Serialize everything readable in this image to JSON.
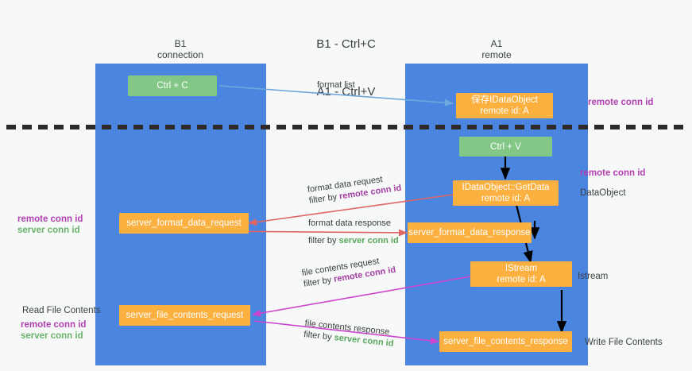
{
  "title": {
    "line1": "B1 - Ctrl+C",
    "line2": "A1 - Ctrl+V"
  },
  "columns": [
    {
      "name": "B1",
      "sub": "connection"
    },
    {
      "name": "A1",
      "sub": "remote"
    }
  ],
  "nodes": {
    "ctrl_c": {
      "line1": "Ctrl + C",
      "line2": ""
    },
    "save_idataobject": {
      "line1": "保存IDataObject",
      "line2": "remote id: A"
    },
    "ctrl_v": {
      "line1": "Ctrl + V",
      "line2": ""
    },
    "idataobject_getdata": {
      "line1": "IDataObject::GetData",
      "line2": "remote id: A"
    },
    "server_format_data_request": {
      "line1": "server_format_data_request",
      "line2": ""
    },
    "server_format_data_response": {
      "line1": "server_format_data_response",
      "line2": ""
    },
    "istream": {
      "line1": "IStream",
      "line2": "remote id: A"
    },
    "server_file_contents_request": {
      "line1": "server_file_contents_request",
      "line2": ""
    },
    "server_file_contents_response": {
      "line1": "server_file_contents_response",
      "line2": ""
    }
  },
  "edges": {
    "format_list": {
      "label": "format list"
    },
    "format_data_request": {
      "label": "format data request",
      "filter_prefix": "filter by ",
      "filter_key": "remote conn id"
    },
    "format_data_response": {
      "label": "format data response",
      "filter_prefix": "filter by ",
      "filter_key": "server conn id"
    },
    "file_contents_request": {
      "label": "file contents request",
      "filter_prefix": "filter by ",
      "filter_key": "remote conn id"
    },
    "file_contents_response": {
      "label": "file contents response",
      "filter_prefix": "filter by ",
      "filter_key": "server conn id"
    }
  },
  "annotations": {
    "right_remote_conn_top": "remote conn id",
    "right_remote_conn_mid": "remote conn id",
    "right_dataobject": "DataObject",
    "right_istream": "Istream",
    "right_write_file": "Write File Contents",
    "left_remote_conn_mid": "remote conn id",
    "left_server_conn_mid": "server conn id",
    "left_read_file": "Read File Contents",
    "left_remote_conn_bot": "remote conn id",
    "left_server_conn_bot": "server conn id"
  },
  "colors": {
    "lane": "#4a86e0",
    "node_green": "#82c785",
    "node_orange": "#fbb040",
    "purple": "#a33ea3",
    "green_text": "#5aa75d",
    "arrow_blue": "#6fa8dc",
    "arrow_red": "#e06666",
    "arrow_magenta": "#cc44cc",
    "arrow_black": "#000000",
    "divider": "#2b2b2b",
    "background": "#f7f8f8"
  }
}
